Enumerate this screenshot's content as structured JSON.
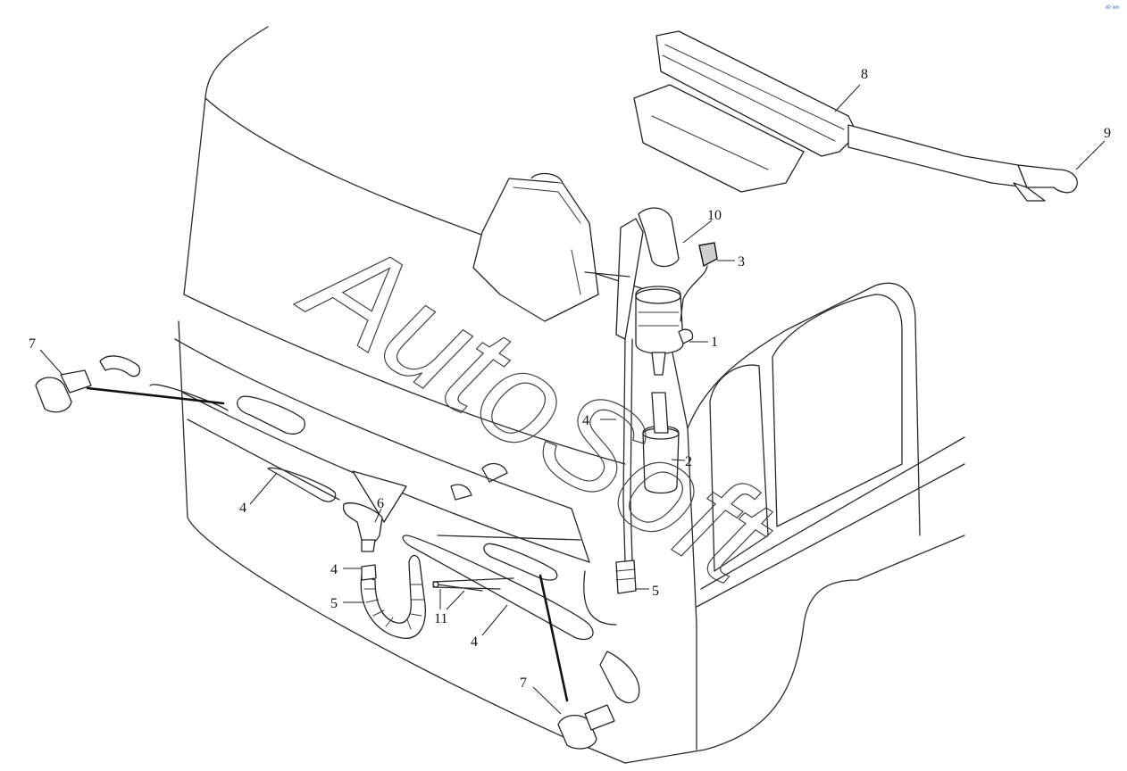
{
  "watermark": "AutoSoft",
  "corner_mark": "ᵃᴰ ᵃᵃᵒ",
  "callouts": {
    "c1": "1",
    "c2": "2",
    "c3": "3",
    "c4a": "4",
    "c4b": "4",
    "c4c": "4",
    "c4d": "4",
    "c5a": "5",
    "c5b": "5",
    "c6": "6",
    "c7a": "7",
    "c7b": "7",
    "c8": "8",
    "c9": "9",
    "c10": "10",
    "c11": "11"
  }
}
